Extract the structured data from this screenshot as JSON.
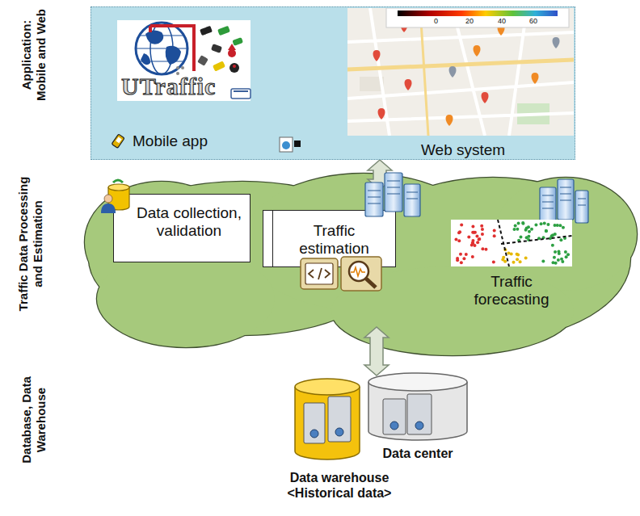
{
  "diagram": {
    "nodes": [
      {
        "text": [
          "Mobile app",
          "Web system"
        ]
      },
      {
        "text": []
      },
      {
        "text": [
          "Data collection, validation"
        ],
        "in": 1
      },
      {
        "text": [
          "Traffic estimation"
        ],
        "in": 1
      },
      {
        "text": [
          "Traffic forecasting"
        ],
        "in": 1
      },
      {
        "text": [
          "Data warehouse <Historical data>"
        ]
      },
      {
        "text": [
          "Data center"
        ]
      }
    ],
    "edges": [
      {
        "from": 0,
        "to": 1,
        "arrow": "both"
      },
      {
        "from": 1,
        "to": 5,
        "arrow": "both"
      }
    ],
    "labels": [
      "Application: Mobile and Web",
      "Traffic Data Processing and Estimation",
      "Database, Data Warehouse",
      "UTraffic",
      "0",
      "20",
      "40",
      "60"
    ]
  }
}
